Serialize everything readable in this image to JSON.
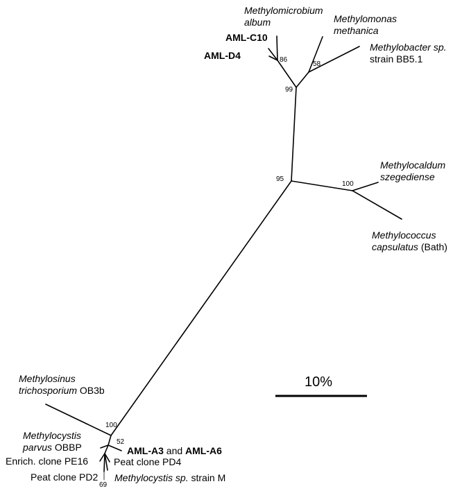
{
  "taxa": {
    "methylomicrobium": {
      "genus": "Methylomicrobium",
      "species": "album"
    },
    "aml_c10": "AML-C10",
    "aml_d4": "AML-D4",
    "methylomonas": {
      "genus": "Methylomonas",
      "species": "methanica"
    },
    "methylobacter": {
      "name": "Methylobacter sp.",
      "strain": "strain BB5.1"
    },
    "methylocaldum": {
      "genus": "Methylocaldum",
      "species": "szegediense"
    },
    "methylococcus": {
      "genus": "Methylococcus",
      "species": "capsulatus",
      "strain": "(Bath)"
    },
    "methylosinus": {
      "genus": "Methylosinus",
      "species": "trichosporium",
      "strain": "OB3b"
    },
    "methylocystis_parvus": {
      "genus": "Methylocystis",
      "species": "parvus",
      "strain": "OBBP"
    },
    "enrich_pe16": "Enrich. clone PE16",
    "aml_a3": "AML-A3",
    "aml_and": "and",
    "aml_a6": "AML-A6",
    "peat_pd4": "Peat clone PD4",
    "peat_pd2": "Peat clone PD2",
    "methylocystis_m": {
      "name": "Methylocystis sp.",
      "strain": "strain M"
    }
  },
  "bootstrap": {
    "b86": "86",
    "b58": "58",
    "b99": "99",
    "b95": "95",
    "b100_top": "100",
    "b100_bottom": "100",
    "b52": "52",
    "b69": "69"
  },
  "scale": {
    "label": "10%"
  }
}
